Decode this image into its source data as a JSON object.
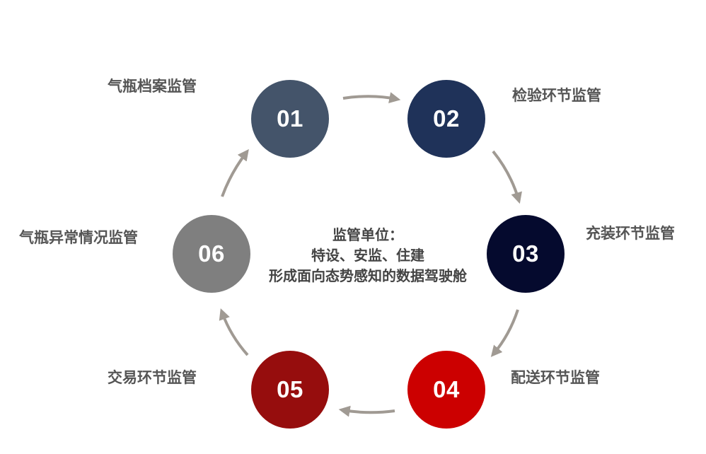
{
  "nodes": [
    {
      "number": "01",
      "label": "气瓶档案监管",
      "color": "#44546A"
    },
    {
      "number": "02",
      "label": "检验环节监管",
      "color": "#1F3259"
    },
    {
      "number": "03",
      "label": "充装环节监管",
      "color": "#050A2E"
    },
    {
      "number": "04",
      "label": "配送环节监管",
      "color": "#CC0000"
    },
    {
      "number": "05",
      "label": "交易环节监管",
      "color": "#960D0D"
    },
    {
      "number": "06",
      "label": "气瓶异常情况监管",
      "color": "#7F7F7F"
    }
  ],
  "center": {
    "line1": "监管单位：",
    "line2": "特设、安监、住建",
    "line3": "形成面向态势感知的数据驾驶舱"
  },
  "colors": {
    "arrow": "#A09A93",
    "label_text": "#555555",
    "center_text": "#444444"
  }
}
